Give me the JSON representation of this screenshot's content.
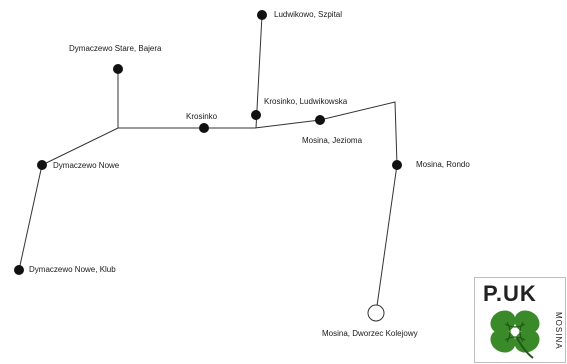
{
  "map": {
    "line_color": "#333333",
    "stop_color": "#111111",
    "terminal_fill": "#ffffff"
  },
  "stops": {
    "ludwikowo_szpital": "Ludwikowo, Szpital",
    "dymaczewo_stare_bajera": "Dymaczewo Stare, Bajera",
    "krosinko": "Krosinko",
    "krosinko_ludwikowska": "Krosinko, Ludwikowska",
    "mosina_jezioma": "Mosina, Jezioma",
    "dymaczewo_nowe": "Dymaczewo Nowe",
    "mosina_rondo": "Mosina, Rondo",
    "dymaczewo_nowe_klub": "Dymaczewo Nowe, Klub",
    "mosina_dworzec_kolejowy": "Mosina, Dworzec Kolejowy"
  },
  "logo": {
    "text": "P.UK",
    "side_text": "MOSINA",
    "icon": "four-leaf-clover-icon",
    "clover_color": "#3a8a2a",
    "clover_dark": "#1f5a16"
  }
}
